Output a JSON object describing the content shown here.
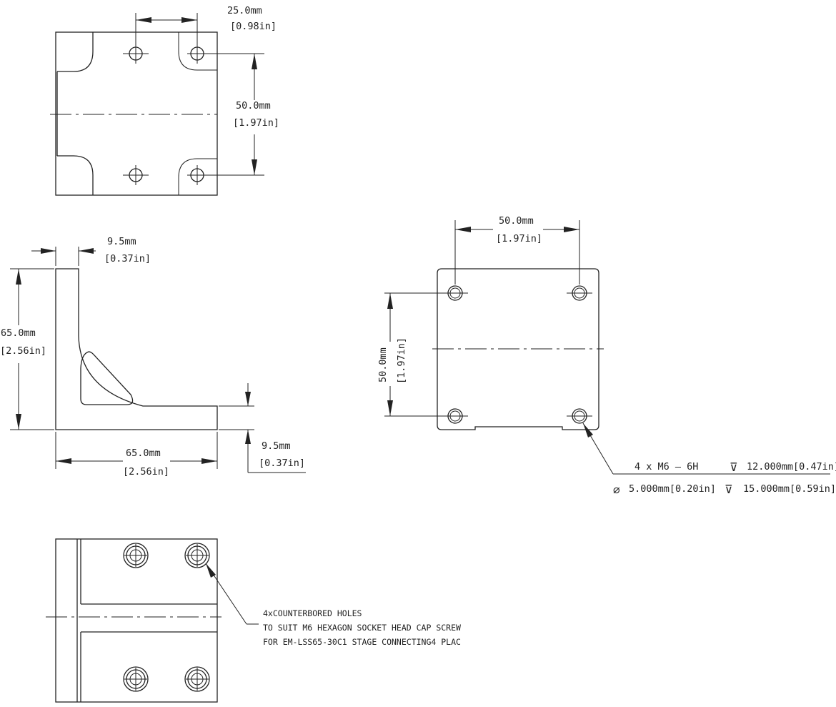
{
  "top_view": {
    "hole_spacing_h": {
      "mm": "25.0mm",
      "in": "[0.98in]"
    },
    "hole_spacing_v": {
      "mm": "50.0mm",
      "in": "[1.97in]"
    }
  },
  "side_view": {
    "thickness_top": {
      "mm": "9.5mm",
      "in": "[0.37in]"
    },
    "height": {
      "mm": "65.0mm",
      "in": "[2.56in]"
    },
    "length": {
      "mm": "65.0mm",
      "in": "[2.56in]"
    },
    "thickness_base": {
      "mm": "9.5mm",
      "in": "[0.37in]"
    }
  },
  "front_view": {
    "hole_spacing_h": {
      "mm": "50.0mm",
      "in": "[1.97in]"
    },
    "hole_spacing_v": {
      "mm": "50.0mm",
      "in": "[1.97in]"
    },
    "callout_line1": "4 x  M6 – 6H",
    "callout_line1_depth": "12.000mm[0.47in]",
    "callout_line2": "5.000mm[0.20in]",
    "callout_line2_depth": "15.000mm[0.59in]",
    "diameter_symbol": "⌀",
    "depth_symbol": "⊽"
  },
  "bottom_view": {
    "note_line1": "4xCOUNTERBORED HOLES",
    "note_line2": "TO SUIT M6 HEXAGON SOCKET HEAD CAP SCREW",
    "note_line3": "FOR EM-LSS65-30C1 STAGE CONNECTING4 PLAC"
  }
}
